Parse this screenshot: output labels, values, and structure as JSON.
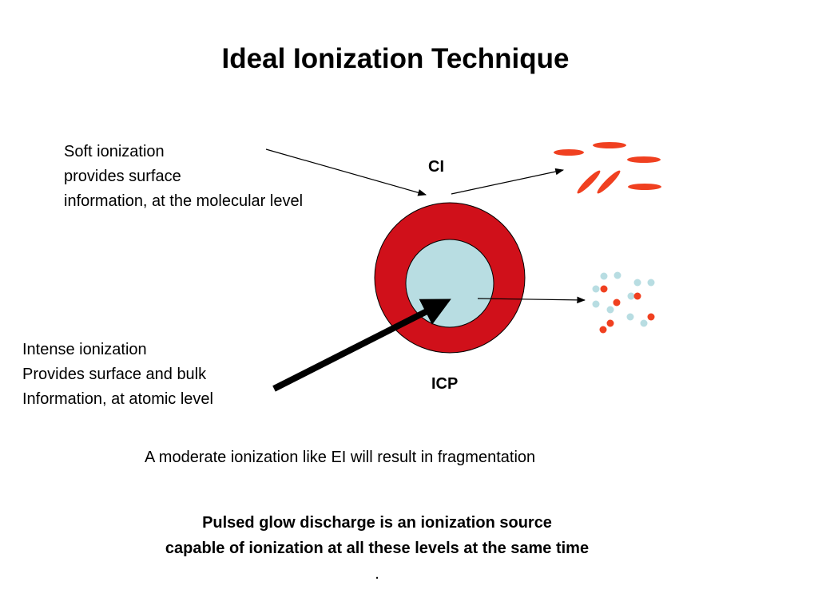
{
  "title": "Ideal Ionization Technique",
  "soft": {
    "line1": "Soft ionization",
    "line2": "provides surface",
    "line3": "information, at the molecular level"
  },
  "intense": {
    "line1": "Intense  ionization",
    "line2": "Provides surface and bulk",
    "line3": "Information, at atomic level"
  },
  "labels": {
    "ci": "CI",
    "icp": "ICP"
  },
  "moderate": "A moderate ionization like EI will result in fragmentation",
  "pulsed": {
    "line1": "Pulsed glow discharge is an ionization source",
    "line2": "capable of ionization at all these levels at the same time",
    "line2_end": "."
  },
  "colors": {
    "outer_ring": "#d0101a",
    "inner_core": "#b8dde2",
    "molecule": "#f04020",
    "atom_light": "#b8dde2",
    "atom_red": "#f04020"
  }
}
